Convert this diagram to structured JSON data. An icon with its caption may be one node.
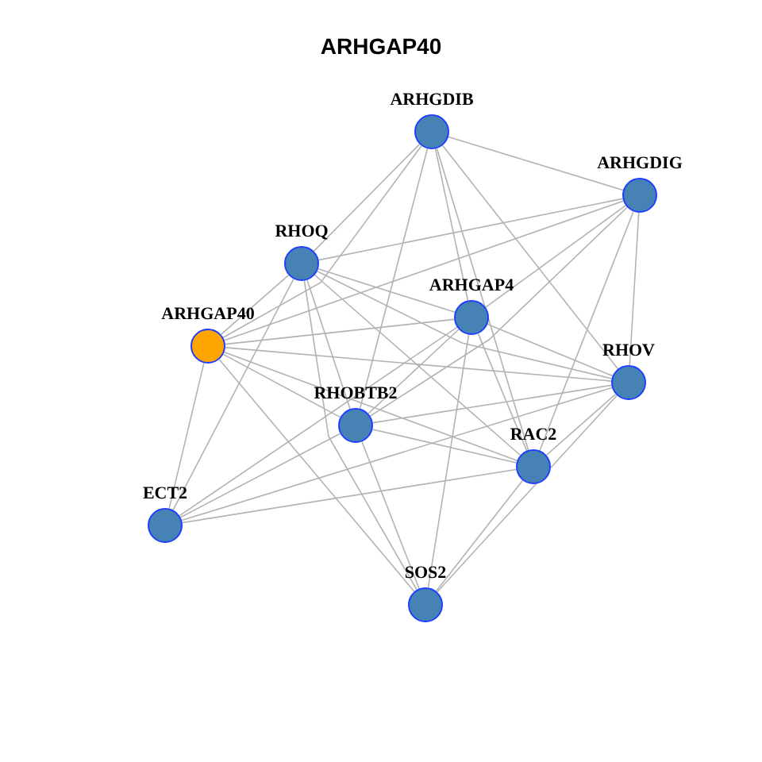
{
  "diagram": {
    "title": "ARHGAP40",
    "nodes": [
      {
        "text": [
          "ARHGDIB"
        ]
      },
      {
        "text": [
          "ARHGDIG"
        ]
      },
      {
        "text": [
          "RHOQ"
        ]
      },
      {
        "text": [
          "ARHGAP4"
        ]
      },
      {
        "text": [
          "ARHGAP40"
        ]
      },
      {
        "text": [
          "RHOV"
        ]
      },
      {
        "text": [
          "RHOBTB2"
        ]
      },
      {
        "text": [
          "RAC2"
        ]
      },
      {
        "text": [
          "ECT2"
        ]
      },
      {
        "text": [
          "SOS2"
        ]
      }
    ],
    "edges": [
      {
        "from": 0,
        "to": 1,
        "arrow": "none"
      },
      {
        "from": 0,
        "to": 2,
        "arrow": "none"
      },
      {
        "from": 0,
        "to": 3,
        "arrow": "none"
      },
      {
        "from": 0,
        "to": 4,
        "arrow": "none"
      },
      {
        "from": 0,
        "to": 5,
        "arrow": "none"
      },
      {
        "from": 0,
        "to": 6,
        "arrow": "none"
      },
      {
        "from": 0,
        "to": 7,
        "arrow": "none"
      },
      {
        "from": 1,
        "to": 2,
        "arrow": "none"
      },
      {
        "from": 1,
        "to": 3,
        "arrow": "none"
      },
      {
        "from": 1,
        "to": 4,
        "arrow": "none"
      },
      {
        "from": 1,
        "to": 5,
        "arrow": "none"
      },
      {
        "from": 1,
        "to": 6,
        "arrow": "none"
      },
      {
        "from": 1,
        "to": 7,
        "arrow": "none"
      },
      {
        "from": 2,
        "to": 3,
        "arrow": "none"
      },
      {
        "from": 2,
        "to": 4,
        "arrow": "none"
      },
      {
        "from": 2,
        "to": 5,
        "arrow": "none"
      },
      {
        "from": 2,
        "to": 6,
        "arrow": "none"
      },
      {
        "from": 2,
        "to": 7,
        "arrow": "none"
      },
      {
        "from": 2,
        "to": 8,
        "arrow": "none"
      },
      {
        "from": 2,
        "to": 9,
        "arrow": "none"
      },
      {
        "from": 3,
        "to": 4,
        "arrow": "none"
      },
      {
        "from": 3,
        "to": 5,
        "arrow": "none"
      },
      {
        "from": 3,
        "to": 6,
        "arrow": "none"
      },
      {
        "from": 3,
        "to": 7,
        "arrow": "none"
      },
      {
        "from": 3,
        "to": 8,
        "arrow": "none"
      },
      {
        "from": 3,
        "to": 9,
        "arrow": "none"
      },
      {
        "from": 4,
        "to": 5,
        "arrow": "none"
      },
      {
        "from": 4,
        "to": 6,
        "arrow": "none"
      },
      {
        "from": 4,
        "to": 7,
        "arrow": "none"
      },
      {
        "from": 4,
        "to": 8,
        "arrow": "none"
      },
      {
        "from": 4,
        "to": 9,
        "arrow": "none"
      },
      {
        "from": 5,
        "to": 6,
        "arrow": "none"
      },
      {
        "from": 5,
        "to": 7,
        "arrow": "none"
      },
      {
        "from": 5,
        "to": 8,
        "arrow": "none"
      },
      {
        "from": 5,
        "to": 9,
        "arrow": "none"
      },
      {
        "from": 6,
        "to": 7,
        "arrow": "none"
      },
      {
        "from": 6,
        "to": 8,
        "arrow": "none"
      },
      {
        "from": 6,
        "to": 9,
        "arrow": "none"
      },
      {
        "from": 7,
        "to": 8,
        "arrow": "none"
      },
      {
        "from": 7,
        "to": 9,
        "arrow": "none"
      }
    ]
  }
}
